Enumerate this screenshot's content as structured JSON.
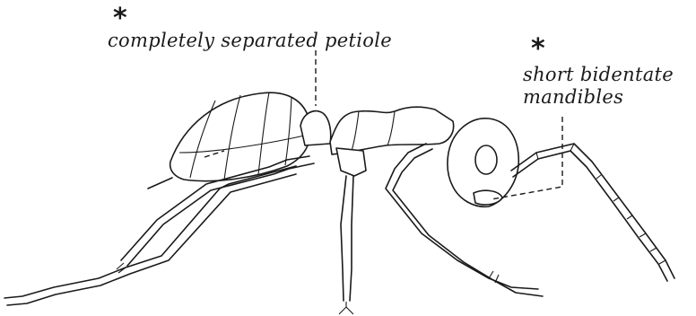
{
  "annotations": {
    "petiole": {
      "marker": "*",
      "text": "completely separated petiole"
    },
    "mandibles": {
      "marker": "*",
      "line1": "short bidentate",
      "line2": "mandibles"
    }
  },
  "colors": {
    "ink": "#1a1a1a",
    "background": "#ffffff"
  }
}
